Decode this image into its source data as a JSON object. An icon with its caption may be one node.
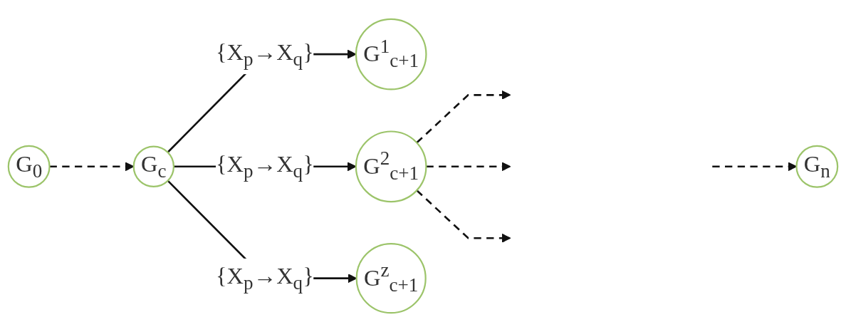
{
  "diagram": {
    "nodes": [
      {
        "text": [
          "G$_{0}$"
        ]
      },
      {
        "text": [
          "G$_{c}$"
        ]
      },
      {
        "text": [
          "G$^{1}$$_{c+1}$"
        ]
      },
      {
        "text": [
          "G$^{2}$$_{c+1}$"
        ]
      },
      {
        "text": [
          "G$^{z}$$_{c+1}$"
        ]
      },
      {
        "text": [
          "G$_{n}$"
        ]
      }
    ],
    "edges": [
      {
        "from": 0,
        "to": 1,
        "arrow": "to",
        "style": "dashed"
      },
      {
        "from": 1,
        "to": 2,
        "arrow": "to",
        "label": "{X$_{p}$→X$_{q}$}"
      },
      {
        "from": 1,
        "to": 3,
        "arrow": "to",
        "label": "{X$_{p}$→X$_{q}$}"
      },
      {
        "from": 1,
        "to": 4,
        "arrow": "to",
        "label": "{X$_{p}$→X$_{q}$}"
      },
      {
        "from": 3,
        "to": null,
        "arrow": "to",
        "style": "dashed"
      },
      {
        "from": 3,
        "to": null,
        "arrow": "to",
        "style": "dashed"
      },
      {
        "from": 3,
        "to": null,
        "arrow": "to",
        "style": "dashed"
      },
      {
        "from": null,
        "to": 5,
        "arrow": "to",
        "style": "dashed"
      }
    ]
  }
}
